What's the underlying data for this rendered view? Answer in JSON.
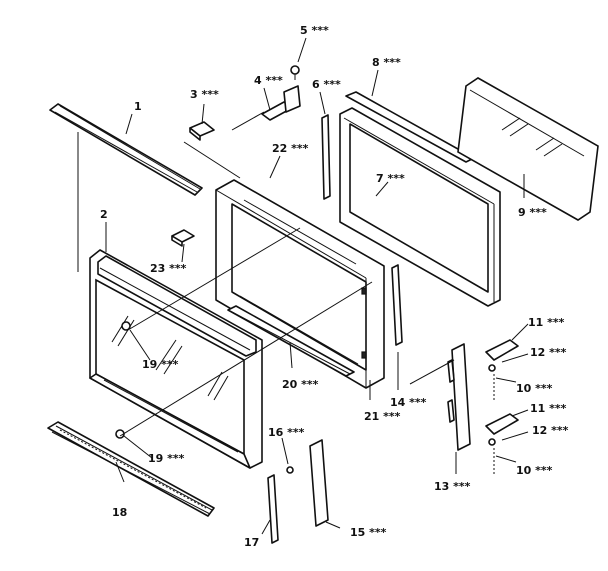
{
  "diagram": {
    "callouts": {
      "c1": "1",
      "c2": "2",
      "c3": "3 ***",
      "c4": "4 ***",
      "c5": "5 ***",
      "c6": "6 ***",
      "c7": "7 ***",
      "c8": "8 ***",
      "c9": "9 ***",
      "c10a": "10 ***",
      "c10b": "10 ***",
      "c11a": "11 ***",
      "c11b": "11 ***",
      "c12a": "12 ***",
      "c12b": "12 ***",
      "c13": "13 ***",
      "c14": "14 ***",
      "c15": "15 ***",
      "c16": "16 ***",
      "c17": "17",
      "c18": "18",
      "c19a": "19 ***",
      "c19b": "19 ***",
      "c20": "20 ***",
      "c21": "21 ***",
      "c22": "22 ***",
      "c23": "23 ***"
    }
  }
}
